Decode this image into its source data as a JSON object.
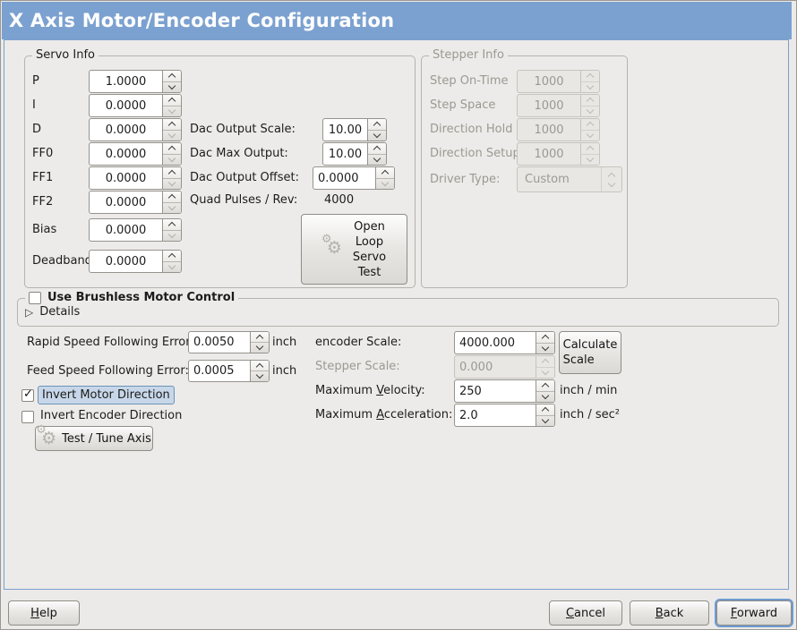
{
  "title": "X Axis Motor/Encoder Configuration",
  "colors": {
    "header": "#7ba1d0",
    "header_text": "#ffffff",
    "panel_border": "#7aa0cc",
    "bg": "#edebe9",
    "focus_label_bg": "#c7d7e9",
    "focus_label_border": "#6d92b8",
    "focus_ring": "#6f9bd1",
    "disabled_text": "#9b9992"
  },
  "servo": {
    "legend": "Servo Info",
    "fields": [
      {
        "label": "P",
        "value": "1.0000"
      },
      {
        "label": "I",
        "value": "0.0000"
      },
      {
        "label": "D",
        "value": "0.0000"
      },
      {
        "label": "FF0",
        "value": "0.0000"
      },
      {
        "label": "FF1",
        "value": "0.0000"
      },
      {
        "label": "FF2",
        "value": "0.0000"
      },
      {
        "label": "Bias",
        "value": "0.0000"
      },
      {
        "label": "Deadband",
        "value": "0.0000"
      }
    ]
  },
  "dac": {
    "scale_label": "Dac Output Scale:",
    "scale_value": "10.00",
    "max_label": "Dac Max Output:",
    "max_value": "10.00",
    "offset_label": "Dac Output Offset:",
    "offset_value": "0.0000",
    "quad_label": "Quad Pulses / Rev:",
    "quad_value": "4000",
    "open_loop_button": "Open\nLoop\nServo\nTest"
  },
  "stepper": {
    "legend": "Stepper Info",
    "fields": [
      {
        "label": "Step On-Time",
        "value": "1000"
      },
      {
        "label": "Step Space",
        "value": "1000"
      },
      {
        "label": "Direction Hold",
        "value": "1000"
      },
      {
        "label": "Direction Setup",
        "value": "1000"
      }
    ],
    "driver_label": "Driver Type:",
    "driver_value": "Custom"
  },
  "brushless": {
    "checkbox_label": "Use Brushless Motor Control",
    "checkbox_checked": false,
    "details_label": "Details"
  },
  "ferror": {
    "rapid_label": "Rapid Speed Following Error:",
    "rapid_value": "0.0050",
    "rapid_unit": "inch",
    "feed_label": "Feed Speed Following Error:",
    "feed_value": "0.0005",
    "feed_unit": "inch"
  },
  "scale": {
    "encoder_label": "encoder Scale:",
    "encoder_value": "4000.000",
    "calculate_button": "Calculate\nScale",
    "stepper_label": "Stepper Scale:",
    "stepper_value": "0.000",
    "velocity_pre": "Maximum ",
    "velocity_mn": "V",
    "velocity_post": "elocity:",
    "velocity_value": "250",
    "velocity_unit": "inch / min",
    "accel_pre": "Maximum ",
    "accel_mn": "A",
    "accel_post": "cceleration:",
    "accel_value": "2.0",
    "accel_unit": "inch / sec²"
  },
  "invert": {
    "motor_label": "Invert Motor Direction",
    "motor_checked": true,
    "encoder_label": "Invert Encoder Direction",
    "encoder_checked": false
  },
  "test_tune": {
    "label": "Test / Tune Axis"
  },
  "actions": {
    "help": {
      "mn": "H",
      "rest": "elp"
    },
    "cancel": {
      "mn": "C",
      "rest": "ancel"
    },
    "back": {
      "mn": "B",
      "rest": "ack"
    },
    "forward": {
      "mn": "F",
      "rest": "orward"
    }
  }
}
